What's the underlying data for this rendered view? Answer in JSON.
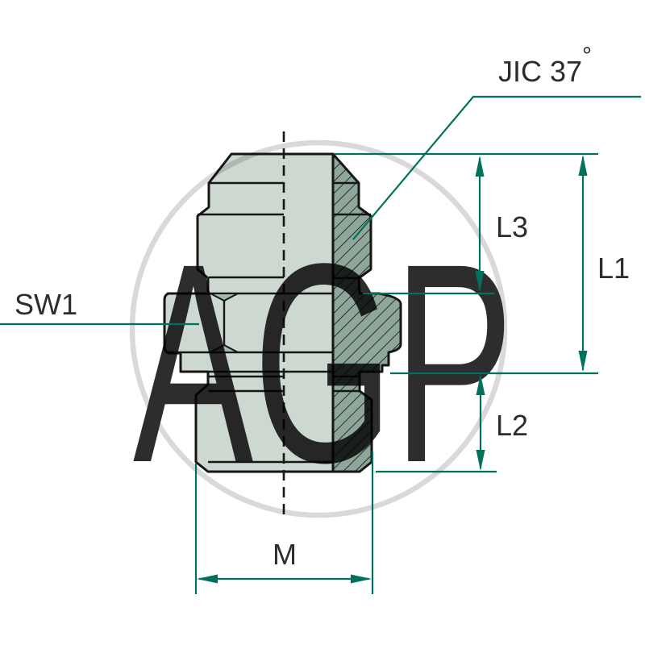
{
  "diagram": {
    "type": "technical-drawing",
    "labels": {
      "connection": "JIC 37",
      "degree_symbol": "°",
      "wrench_size": "SW1",
      "length_overall": "L1",
      "length_lower_thread": "L2",
      "length_upper_thread": "L3",
      "thread": "M"
    },
    "watermark": "AGP",
    "colors": {
      "dimension_line": "#00715c",
      "outline": "#161616",
      "body_fill": "#cdd8d1",
      "section_fill": "#8fa79a",
      "chamfer_fill": "#9cbaad",
      "label_text": "#2d2d2d",
      "watermark_gray": "#d9d9d9",
      "background": "#ffffff"
    }
  }
}
